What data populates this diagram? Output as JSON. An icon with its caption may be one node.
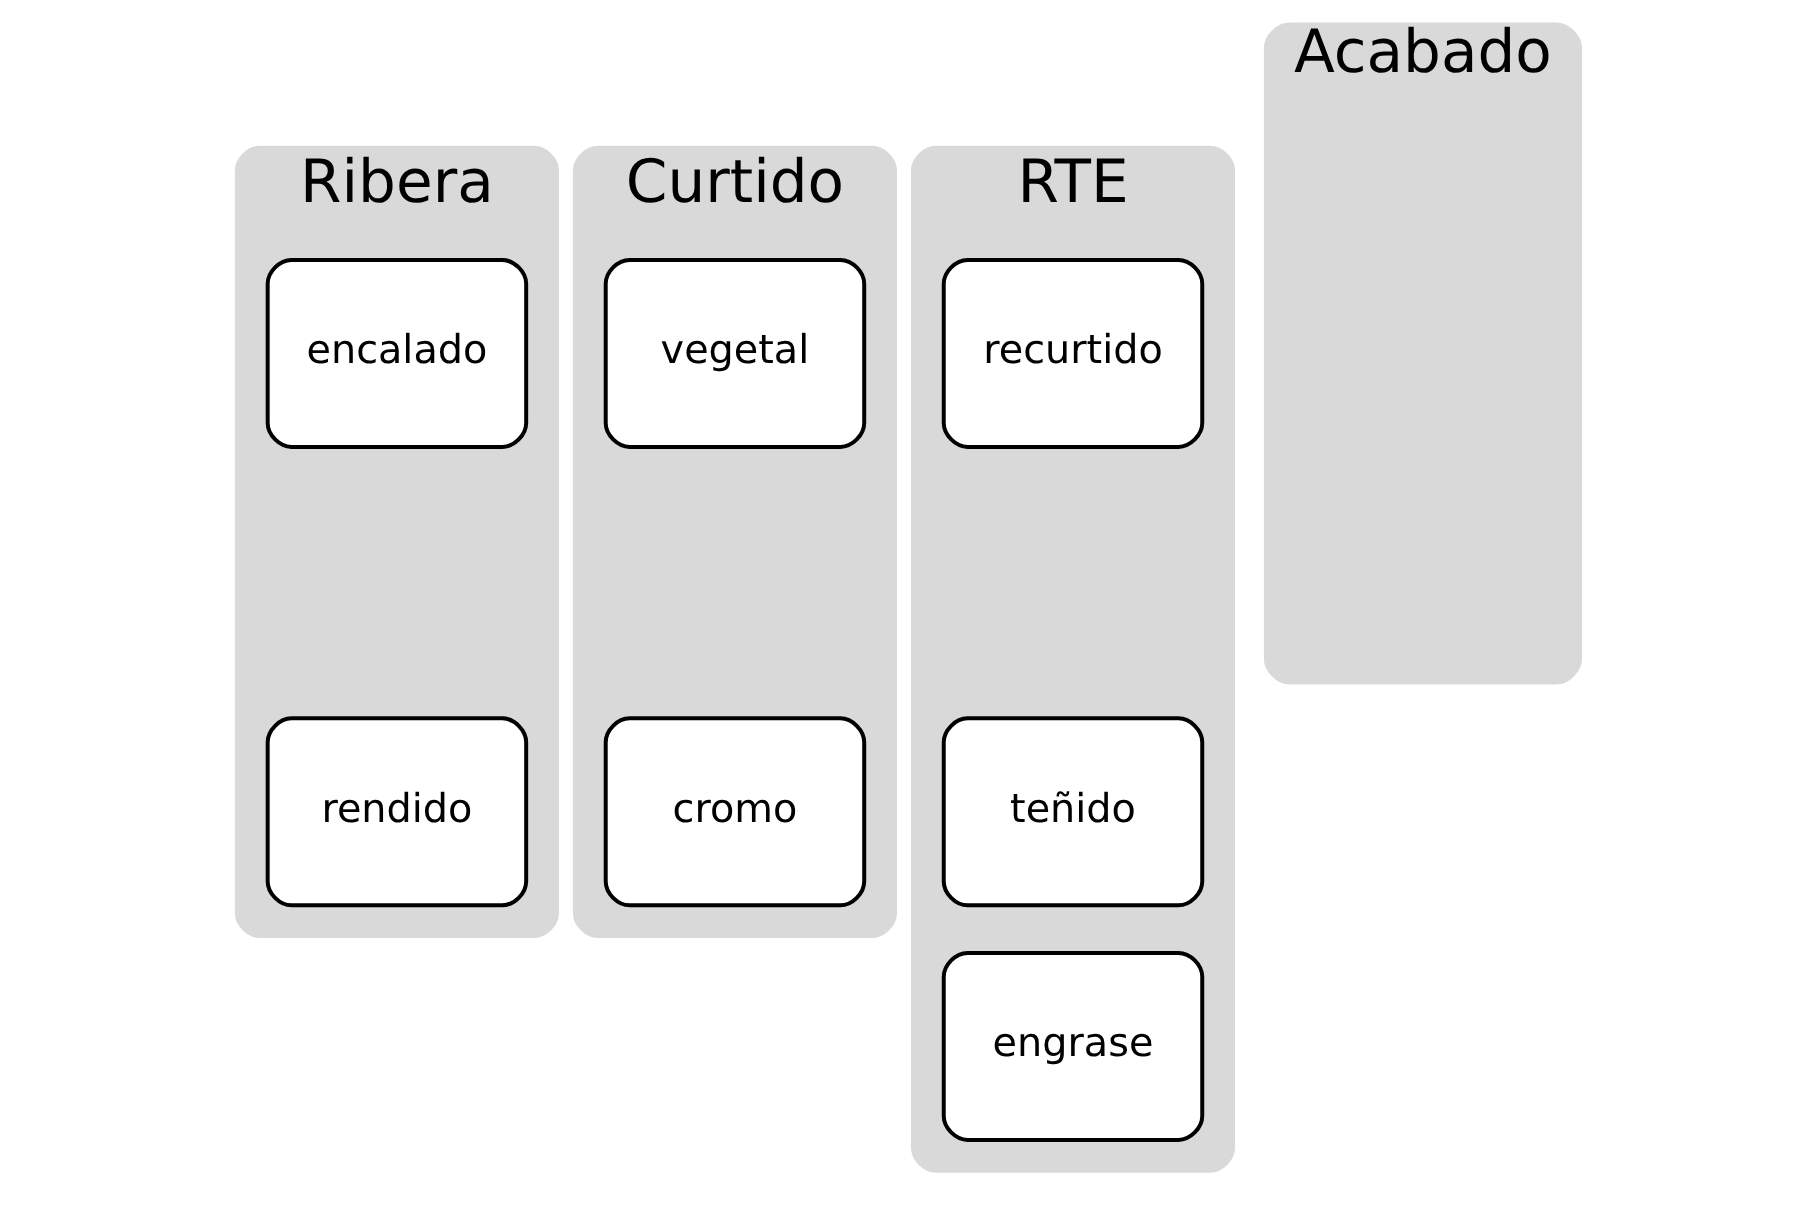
{
  "diagram": {
    "nodes": [
      {
        "text": [
          "Ribera"
        ]
      },
      {
        "text": [
          "encalado"
        ],
        "in": 0
      },
      {
        "text": [
          "rendido"
        ],
        "in": 0
      },
      {
        "text": [
          "Curtido"
        ]
      },
      {
        "text": [
          "vegetal"
        ],
        "in": 3
      },
      {
        "text": [
          "cromo"
        ],
        "in": 3
      },
      {
        "text": [
          "RTE"
        ]
      },
      {
        "text": [
          "recurtido"
        ],
        "in": 6
      },
      {
        "text": [
          "teñido"
        ],
        "in": 6
      },
      {
        "text": [
          "engrase"
        ],
        "in": 6
      },
      {
        "text": [
          "Acabado"
        ]
      }
    ],
    "edges": []
  }
}
